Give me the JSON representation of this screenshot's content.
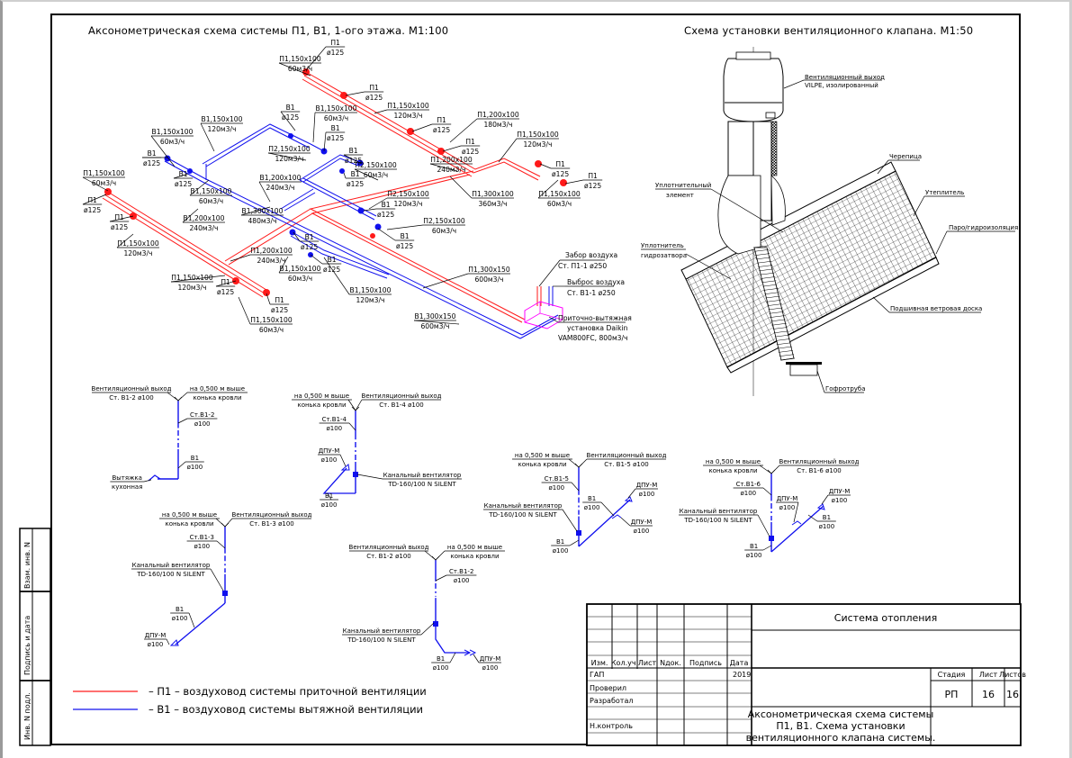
{
  "drawing": {
    "left_title": "Аксонометрическая схема системы П1, В1, 1-ого этажа. М1:100",
    "right_title": "Схема установки вентиляционного клапана. М1:50"
  },
  "axonometric": {
    "labels": [
      {
        "top": "П1",
        "bottom": "ø125"
      },
      {
        "top": "П1,150х100",
        "bottom": "60м3/ч"
      },
      {
        "top": "П1",
        "bottom": "ø125"
      },
      {
        "top": "П1,150х100",
        "bottom": "120м3/ч"
      },
      {
        "top": "П1",
        "bottom": "ø125"
      },
      {
        "top": "П1,200х100",
        "bottom": "180м3/ч"
      },
      {
        "top": "П1",
        "bottom": "ø125"
      },
      {
        "top": "П1,150х100",
        "bottom": "120м3/ч"
      },
      {
        "top": "П1,200х100",
        "bottom": "240м3/ч"
      },
      {
        "top": "П1",
        "bottom": "ø125"
      },
      {
        "top": "П1",
        "bottom": "ø125"
      },
      {
        "top": "П1,150х100",
        "bottom": "60м3/ч"
      },
      {
        "top": "П1,300х100",
        "bottom": "360м3/ч"
      },
      {
        "top": "В1",
        "bottom": "ø125"
      },
      {
        "top": "В1,150х100",
        "bottom": "60м3/ч"
      },
      {
        "top": "В1,150х100",
        "bottom": "120м3/ч"
      },
      {
        "top": "В1",
        "bottom": "ø125"
      },
      {
        "top": "В1,150х100",
        "bottom": "60м3/ч"
      },
      {
        "top": "В1",
        "bottom": "ø125"
      },
      {
        "top": "П2,150х100",
        "bottom": "120м3/ч"
      },
      {
        "top": "В1",
        "bottom": "ø125"
      },
      {
        "top": "П2,150х100",
        "bottom": "60м3/ч"
      },
      {
        "top": "В1",
        "bottom": "ø125"
      },
      {
        "top": "В1",
        "bottom": "ø125"
      },
      {
        "top": "В1,150х100",
        "bottom": "60м3/ч"
      },
      {
        "top": "В1,200х100",
        "bottom": "240м3/ч"
      },
      {
        "top": "П2,150х100",
        "bottom": "120м3/ч"
      },
      {
        "top": "В1",
        "bottom": "ø125"
      },
      {
        "top": "П1,150х100",
        "bottom": "60м3/ч"
      },
      {
        "top": "П1",
        "bottom": "ø125"
      },
      {
        "top": "П1",
        "bottom": "ø125"
      },
      {
        "top": "В1,200х100",
        "bottom": "240м3/ч"
      },
      {
        "top": "В1,300х100",
        "bottom": "480м3/ч"
      },
      {
        "top": "П2,150х100",
        "bottom": "60м3/ч"
      },
      {
        "top": "В1",
        "bottom": "ø125"
      },
      {
        "top": "П1,150х100",
        "bottom": "120м3/ч"
      },
      {
        "top": "П1,200х100",
        "bottom": "240м3/ч"
      },
      {
        "top": "В1",
        "bottom": "ø125"
      },
      {
        "top": "В1",
        "bottom": "ø125"
      },
      {
        "top": "В1,150х100",
        "bottom": "60м3/ч"
      },
      {
        "top": "П1,150х100",
        "bottom": "120м3/ч"
      },
      {
        "top": "П1",
        "bottom": "ø125"
      },
      {
        "top": "В1,150х100",
        "bottom": "120м3/ч"
      },
      {
        "top": "П1",
        "bottom": "ø125"
      },
      {
        "top": "П1,150х100",
        "bottom": "60м3/ч"
      },
      {
        "top": "П1,300х150",
        "bottom": "600м3/ч"
      },
      {
        "top": "В1,300х150",
        "bottom": "600м3/ч"
      }
    ],
    "intake": {
      "top": "Забор воздуха",
      "bottom": "Ст. П1-1 ø250"
    },
    "exhaust": {
      "top": "Выброс воздуха",
      "bottom": "Ст. В1-1 ø250"
    },
    "unit": {
      "line1": "Приточно-вытяжная",
      "line2": "установка Daikin",
      "line3": "VAM800FC, 800м3/ч"
    }
  },
  "valve_scheme": {
    "vent_outlet": {
      "top": "Вентиляционный выход",
      "bottom": "VILPE, изолированный"
    },
    "tile": "Черепица",
    "sealing_element": {
      "line1": "Уплотнительный",
      "line2": "элемент"
    },
    "insulation": "Утеплитель",
    "vapor_barrier": "Паро/гидроизоляция",
    "water_seal": {
      "line1": "Уплотнитель",
      "line2": "гидрозатвора"
    },
    "wind_board": "Подшивная ветровая доска",
    "corrugated_pipe": "Гофротруба"
  },
  "risers": [
    {
      "name": "riser-b1-2-kitchen",
      "outlet": {
        "top": "Вентиляционный выход",
        "bottom": "Ст. В1-2 ø100"
      },
      "height": {
        "top": "на 0,500 м выше",
        "bottom": "конька кровли"
      },
      "stack": {
        "top": "Ст.В1-2",
        "bottom": "ø100"
      },
      "branch": {
        "top": "В1",
        "bottom": "ø100"
      },
      "terminal": {
        "top": "Вытяжка",
        "bottom": "кухонная"
      }
    },
    {
      "name": "riser-b1-4",
      "outlet": {
        "top": "Вентиляционный выход",
        "bottom": "Ст. В1-4 ø100"
      },
      "height": {
        "top": "на 0,500 м выше",
        "bottom": "конька кровли"
      },
      "stack": {
        "top": "Ст.В1-4",
        "bottom": "ø100"
      },
      "valve": {
        "top": "ДПУ-М",
        "bottom": "ø100"
      },
      "branch": {
        "top": "В1",
        "bottom": "ø100"
      },
      "fan": {
        "top": "Канальный вентилятор",
        "bottom": "TD-160/100 N SILENT"
      }
    },
    {
      "name": "riser-b1-5",
      "outlet": {
        "top": "Вентиляционный выход",
        "bottom": "Ст. В1-5 ø100"
      },
      "height": {
        "top": "на 0,500 м выше",
        "bottom": "конька кровли"
      },
      "stack": {
        "top": "Ст.В1-5",
        "bottom": "ø100"
      },
      "fan": {
        "top": "Канальный вентилятор",
        "bottom": "TD-160/100 N SILENT"
      },
      "branch": {
        "top": "В1",
        "bottom": "ø100"
      },
      "branch2": {
        "top": "В1",
        "bottom": "ø100"
      },
      "valve": {
        "top": "ДПУ-М",
        "bottom": "ø100"
      },
      "valve2": {
        "top": "ДПУ-М",
        "bottom": "ø100"
      }
    },
    {
      "name": "riser-b1-6",
      "outlet": {
        "top": "Вентиляционный выход",
        "bottom": "Ст. В1-6 ø100"
      },
      "height": {
        "top": "на 0,500 м выше",
        "bottom": "конька кровли"
      },
      "stack": {
        "top": "Ст.В1-6",
        "bottom": "ø100"
      },
      "fan": {
        "top": "Канальный вентилятор",
        "bottom": "TD-160/100 N SILENT"
      },
      "valve": {
        "top": "ДПУ-М",
        "bottom": "ø100"
      },
      "valve2": {
        "top": "ДПУ-М",
        "bottom": "ø100"
      },
      "branch": {
        "top": "В1",
        "bottom": "ø100"
      },
      "branch2": {
        "top": "В1",
        "bottom": "ø100"
      }
    },
    {
      "name": "riser-b1-3",
      "outlet": {
        "top": "Вентиляционный выход",
        "bottom": "Ст. В1-3 ø100"
      },
      "height": {
        "top": "на 0,500 м выше",
        "bottom": "конька кровли"
      },
      "stack": {
        "top": "Ст.В1-3",
        "bottom": "ø100"
      },
      "fan": {
        "top": "Канальный вентилятор",
        "bottom": "TD-160/100 N SILENT"
      },
      "branch": {
        "top": "В1",
        "bottom": "ø100"
      },
      "valve": {
        "top": "ДПУ-М",
        "bottom": "ø100"
      }
    },
    {
      "name": "riser-b1-2",
      "outlet": {
        "top": "Вентиляционный выход",
        "bottom": "Ст. В1-2 ø100"
      },
      "height": {
        "top": "на 0,500 м выше",
        "bottom": "конька кровли"
      },
      "stack": {
        "top": "Ст.В1-2",
        "bottom": "ø100"
      },
      "fan": {
        "top": "Канальный вентилятор",
        "bottom": "TD-160/100 N SILENT"
      },
      "branch": {
        "top": "В1",
        "bottom": "ø100"
      },
      "valve": {
        "top": "ДПУ-М",
        "bottom": "ø100"
      }
    }
  ],
  "legend": [
    {
      "text": "– П1 – воздуховод системы приточной вентиляции",
      "color": "#ff1a1a"
    },
    {
      "text": "– В1 – воздуховод системы вытяжной вентиляции",
      "color": "#1010ee"
    }
  ],
  "side_stamp": [
    "Взам. инв. N",
    "Подпись и дата",
    "Инв. N подл."
  ],
  "title_block": {
    "headers": [
      "Изм.",
      "Кол.уч.",
      "Лист",
      "Nдок.",
      "Подпись",
      "Дата"
    ],
    "roles": [
      "ГАП",
      "Проверил",
      "Разработал",
      "",
      "Н.контроль",
      ""
    ],
    "year": "2019",
    "project": "Система отопления",
    "sheet_title": [
      "Аксонометрическая схема системы",
      "П1, В1. Схема установки",
      "вентиляционного клапана системы."
    ],
    "stage_label": "Стадия",
    "sheet_label": "Лист",
    "sheets_label": "Листов",
    "stage": "РП",
    "sheet": "16",
    "sheets": "16"
  }
}
